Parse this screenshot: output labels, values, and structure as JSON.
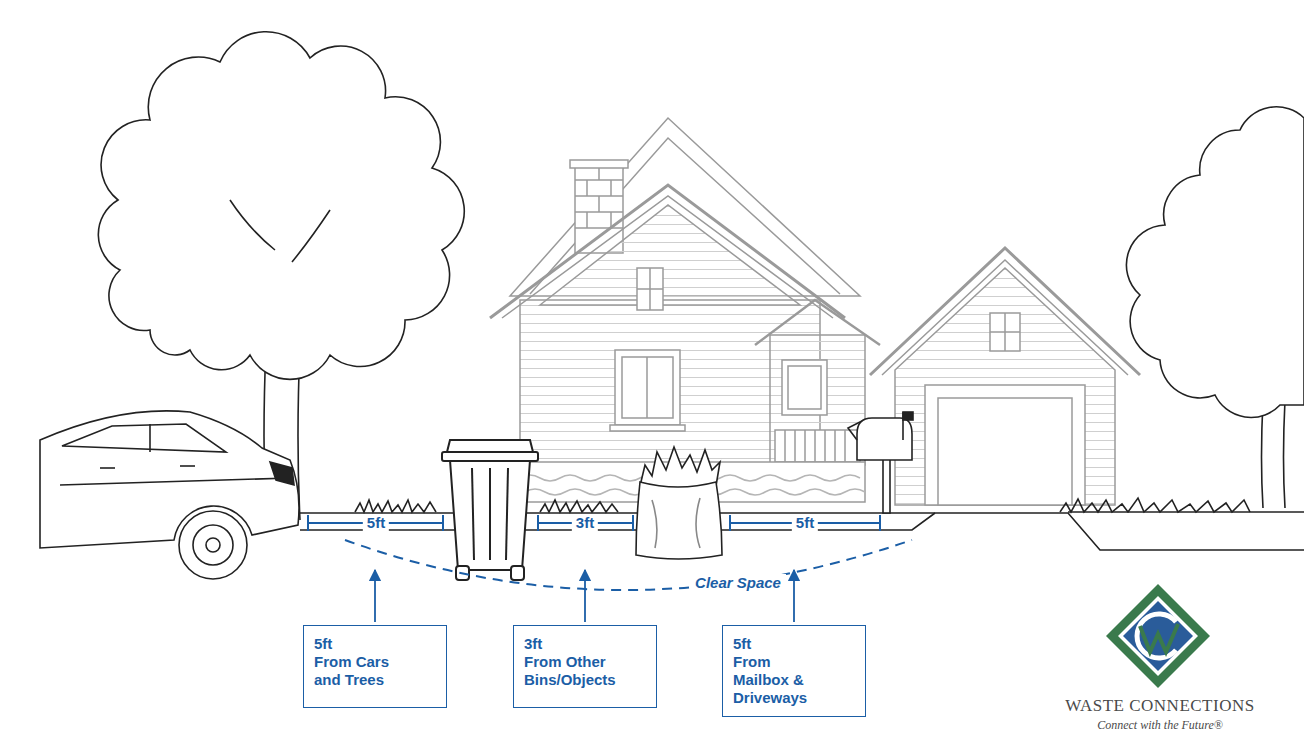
{
  "diagram": {
    "nodes": [
      {
        "text": [
          "5ft",
          "From Cars and Trees"
        ]
      },
      {
        "text": [
          "3ft",
          "From Other Bins/Objects"
        ]
      },
      {
        "text": [
          "5ft",
          "From Mailbox & Driveways"
        ]
      }
    ],
    "labels": [
      "5ft",
      "3ft",
      "5ft",
      "Clear Space",
      "WASTE CONNECTIONS",
      "Connect with the Future®"
    ]
  }
}
